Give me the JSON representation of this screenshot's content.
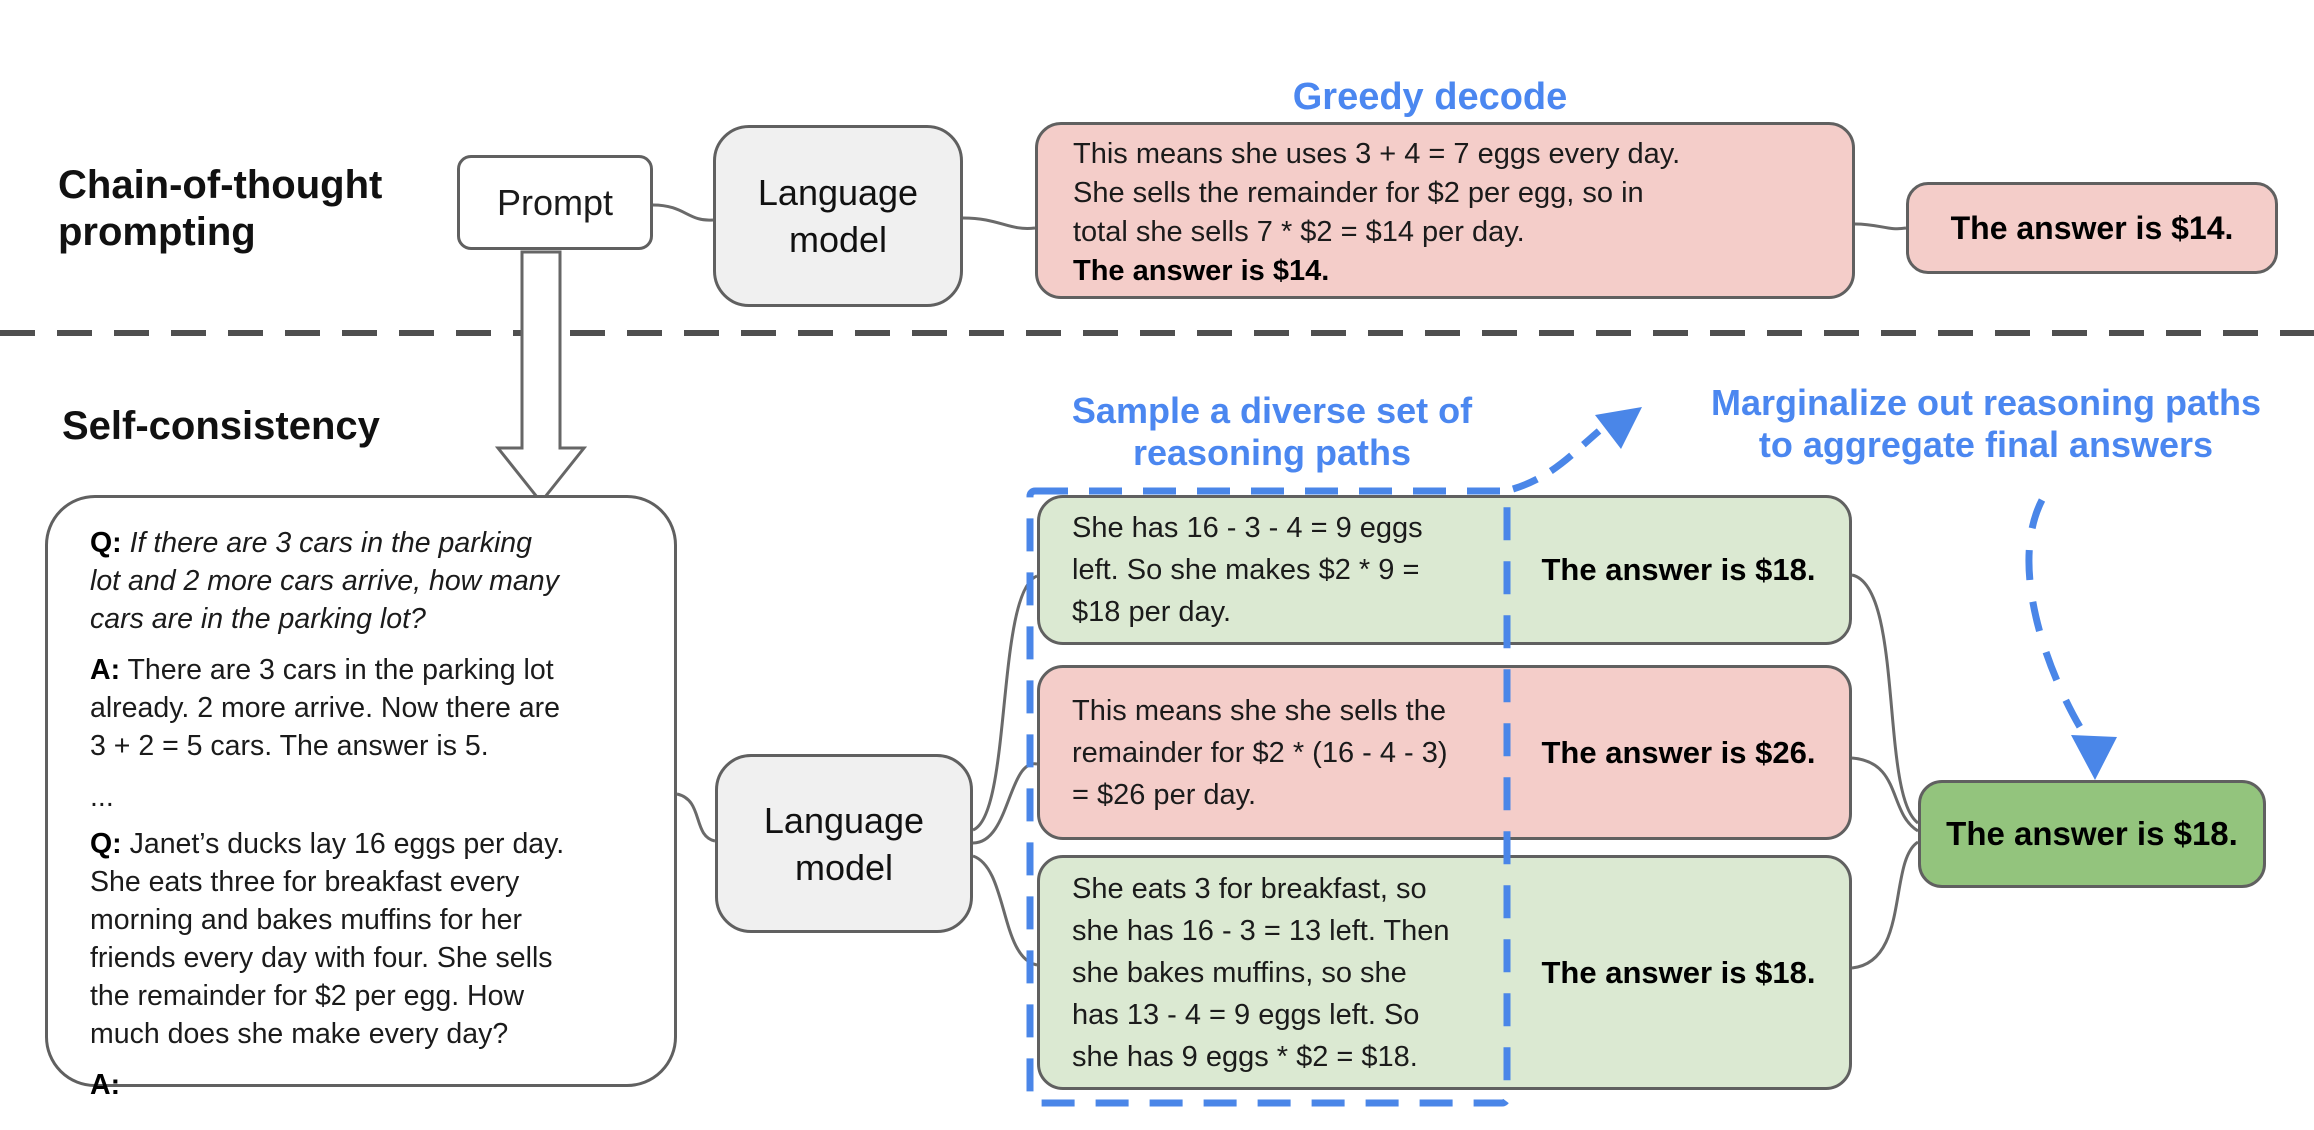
{
  "accent_blue": "#4a86e8",
  "pink": "#f4cdc9",
  "light_green": "#dbe9d2",
  "dark_green": "#93c47d",
  "sections": {
    "top_label": "Chain-of-thought\nprompting",
    "bottom_label": "Self-consistency"
  },
  "top": {
    "prompt_label": "Prompt",
    "language_model_label": "Language\nmodel",
    "greedy_title": "Greedy decode",
    "cot_output_body": "This means she uses 3 + 4 = 7 eggs every day.\nShe sells the remainder for $2 per egg, so in\ntotal she sells 7 * $2 = $14 per day.",
    "cot_output_answer": "The answer is $14.",
    "final_answer": "The answer is $14."
  },
  "bottom": {
    "language_model_label": "Language\nmodel",
    "sample_title": "Sample a diverse set of\nreasoning paths",
    "marginalize_title": "Marginalize out reasoning paths\nto aggregate final answers",
    "prompt_box": {
      "q1_prefix": "Q:",
      "q1_text": " If there are 3 cars in the parking\nlot and 2 more cars arrive, how many\ncars are in the parking lot?",
      "a1_prefix": "A:",
      "a1_text": " There are 3 cars in the parking lot\nalready. 2 more arrive. Now there are\n3 + 2 = 5 cars. The answer is 5.",
      "ellipsis": "...",
      "q2_prefix": "Q:",
      "q2_text": " Janet’s ducks lay 16 eggs per day.\nShe eats three for breakfast every\nmorning and bakes muffins for her\nfriends every day with four. She sells\nthe remainder for $2 per egg. How\nmuch does she make every day?",
      "a2_prefix": "A:"
    },
    "paths": [
      {
        "tone": "green",
        "reasoning": "She has 16 - 3 - 4 = 9 eggs\nleft. So she makes $2 * 9 =\n$18 per day.",
        "answer": "The answer is $18."
      },
      {
        "tone": "pink",
        "reasoning": "This means she she sells the\nremainder for $2 * (16 - 4 - 3)\n= $26 per day.",
        "answer": "The answer is $26."
      },
      {
        "tone": "green",
        "reasoning": "She eats 3 for breakfast, so\nshe has 16 - 3 = 13 left. Then\nshe bakes muffins, so she\nhas 13 - 4 = 9 eggs left. So\nshe has 9 eggs * $2 = $18.",
        "answer": "The answer is $18."
      }
    ],
    "final_answer": "The answer is $18."
  }
}
